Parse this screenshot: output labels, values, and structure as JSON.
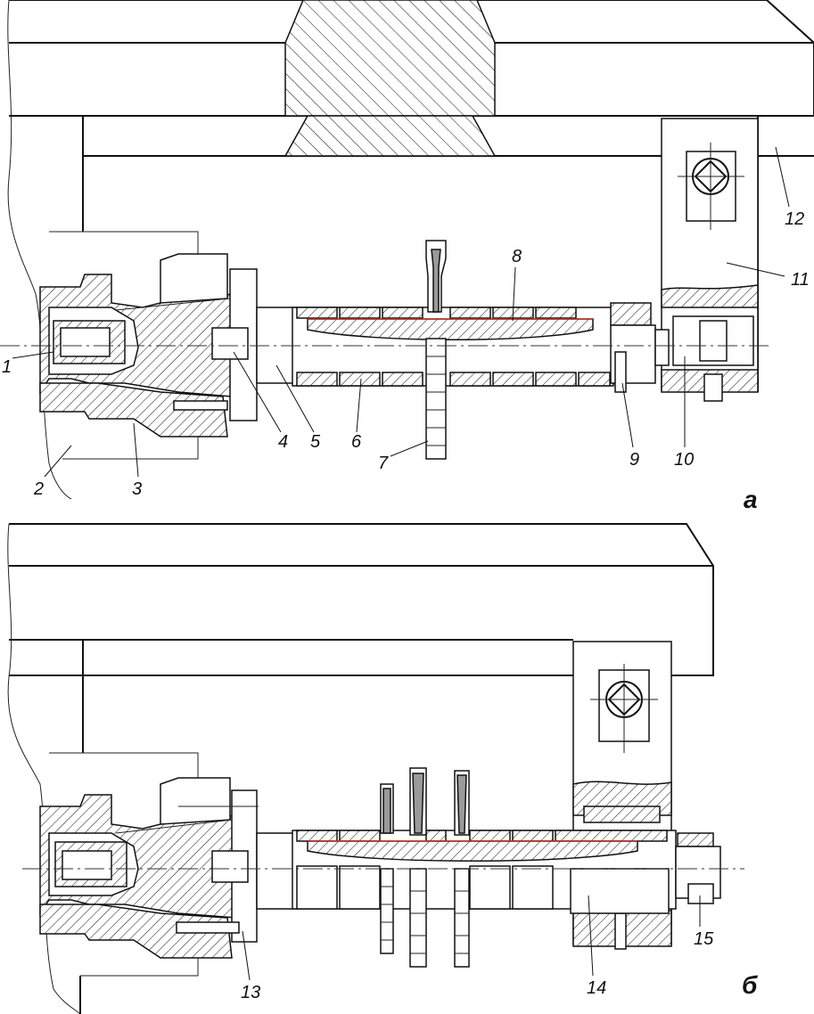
{
  "labels_a": [
    "1",
    "2",
    "3",
    "4",
    "5",
    "6",
    "7",
    "8",
    "9",
    "10",
    "11",
    "12"
  ],
  "labels_b": [
    "13",
    "14",
    "15"
  ],
  "view_a": "а",
  "view_b": "б"
}
